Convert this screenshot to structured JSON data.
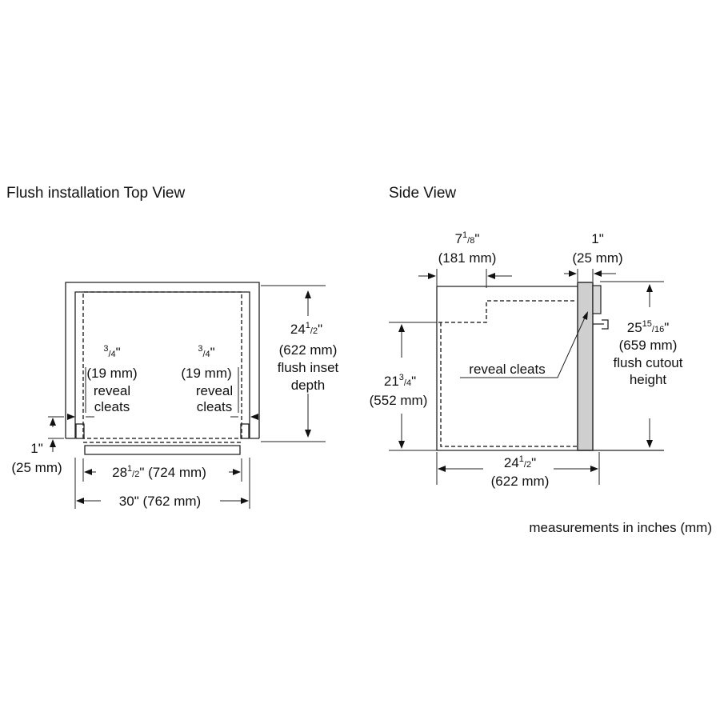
{
  "top_view": {
    "title": "Flush installation Top View",
    "depth": {
      "whole": "24",
      "num": "1",
      "den": "2",
      "unit": "\"",
      "mm": "(622 mm)",
      "line2": "flush inset",
      "line3": "depth"
    },
    "cleat_left": {
      "num": "3",
      "den": "4",
      "unit": "\"",
      "mm": "(19 mm)",
      "line2": "reveal",
      "line3": "cleats"
    },
    "cleat_right": {
      "num": "3",
      "den": "4",
      "unit": "\"",
      "mm": "(19 mm)",
      "line2": "reveal",
      "line3": "cleats"
    },
    "reveal": {
      "inch": "1\"",
      "mm": "(25 mm)"
    },
    "inner_width": {
      "whole": "28",
      "num": "1",
      "den": "2",
      "rest": "\" (724 mm)"
    },
    "outer_width": {
      "text": "30\" (762 mm)"
    }
  },
  "side_view": {
    "title": "Side View",
    "top_offset": {
      "whole": "7",
      "num": "1",
      "den": "8",
      "unit": "\"",
      "mm": "(181 mm)"
    },
    "door_thickness": {
      "inch": "1\"",
      "mm": "(25 mm)"
    },
    "cutout_height": {
      "whole": "25",
      "num": "15",
      "den": "16",
      "unit": "\"",
      "mm": "(659 mm)",
      "line2": "flush cutout",
      "line3": "height"
    },
    "lower_height": {
      "whole": "21",
      "num": "3",
      "den": "4",
      "unit": "\"",
      "mm": "(552 mm)"
    },
    "cleat_label": "reveal cleats",
    "depth": {
      "whole": "24",
      "num": "1",
      "den": "2",
      "unit": "\"",
      "mm": "(622 mm)"
    }
  },
  "footnote": "measurements in inches (mm)"
}
